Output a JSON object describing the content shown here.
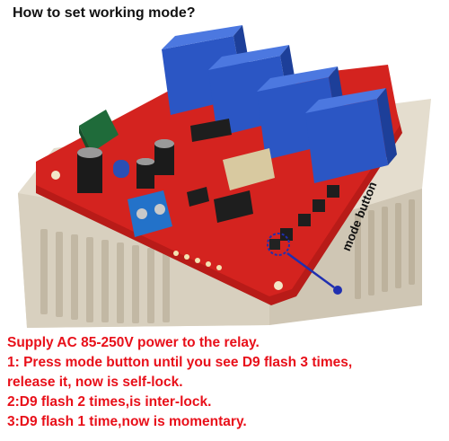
{
  "title": "How to set working mode?",
  "callout_label": "mode button",
  "instructions": [
    "Supply AC 85-250V power to the relay.",
    "1: Press mode button until you see D9 flash 3 times,",
    "release it, now is self-lock.",
    "2:D9 flash 2 times,is inter-lock.",
    "3:D9 flash 1 time,now is momentary."
  ],
  "colors": {
    "pcb_red": "#d4231f",
    "relay_blue": "#2b56c4",
    "enclosure_beige": "#e3dccd",
    "instruction_red": "#e8101a",
    "arrow_blue": "#1f2fb0"
  }
}
